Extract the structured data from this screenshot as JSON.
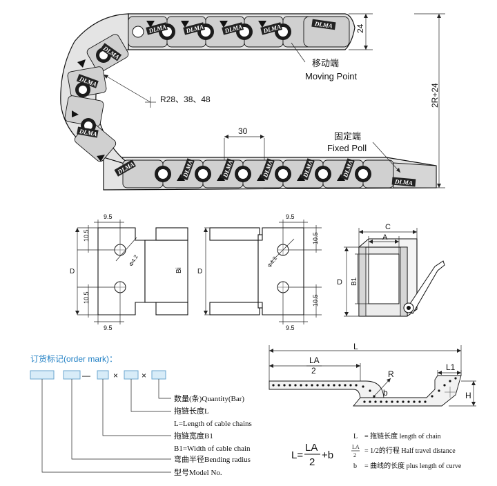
{
  "brand": "DLMA",
  "top_view": {
    "dim_24": "24",
    "dim_2r24": "2R+24",
    "dim_radius": "R28、38、48",
    "dim_pitch": "30",
    "moving_cn": "移动端",
    "moving_en": "Moving Point",
    "fixed_cn": "固定端",
    "fixed_en": "Fixed Poll"
  },
  "side_views": {
    "d95_a": "9.5",
    "d95_b": "9.5",
    "d95_c": "9.5",
    "d95_d": "9.5",
    "d105_a": "10.5",
    "d105_b": "10.5",
    "d105_c": "10.5",
    "d105_d": "10.5",
    "d_a": "D",
    "d_b": "D",
    "d_c": "D",
    "bi": "Bi",
    "b1": "B1",
    "phi_a": "Φ4.2",
    "phi_b": "Φ4.2",
    "c": "C",
    "a": "A"
  },
  "order": {
    "title": "订货标记(order mark)：",
    "sep_dash": "—",
    "sep_x1": "×",
    "sep_x2": "×",
    "lines": [
      "数量(条)Quantity(Bar)",
      "拖链长度L",
      "L=Length of cable chains",
      "拖链宽度B1",
      "B1=Width of cable chain",
      "弯曲半径Bending radius",
      "型号Model No."
    ]
  },
  "formula": {
    "dim_L": "L",
    "dim_LA": "LA",
    "dim_2": "2",
    "dim_R": "R",
    "dim_b": "b",
    "dim_L1": "L1",
    "dim_H": "H",
    "lhs": "L=",
    "frac_num": "LA",
    "frac_den": "2",
    "rhs": "+b",
    "legend": [
      {
        "sym": "L",
        "text": "= 拖链长度  length of chain"
      },
      {
        "sym_num": "LA",
        "sym_den": "2",
        "text": "= 1/2的行程  Half travel distance"
      },
      {
        "sym": "b",
        "text": "= 曲线的长度  plus length of curve"
      }
    ]
  }
}
